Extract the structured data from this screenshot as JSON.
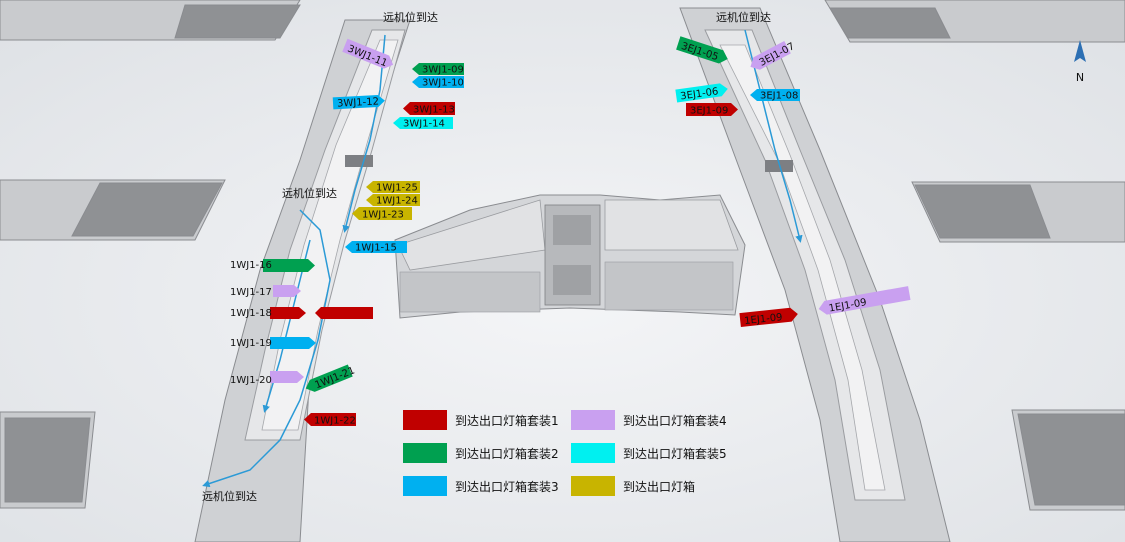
{
  "colors": {
    "set1": "#c00000",
    "set2": "#00a050",
    "set3": "#00b0f0",
    "set4": "#c9a0f0",
    "set5": "#00f0f0",
    "plain": "#c8b400",
    "route": "#2b9ad6"
  },
  "compass": {
    "north_label": "N",
    "icon": "north-arrow-icon"
  },
  "places": [
    {
      "id": "remote-arrival-top-left",
      "text": "远机位到达"
    },
    {
      "id": "remote-arrival-top-right",
      "text": "远机位到达"
    },
    {
      "id": "remote-arrival-mid-left",
      "text": "远机位到达"
    },
    {
      "id": "remote-arrival-bottom-left",
      "text": "远机位到达"
    }
  ],
  "markers": [
    {
      "id": "3WJ1-09",
      "text": "3WJ1-09",
      "set": "set2"
    },
    {
      "id": "3WJ1-10",
      "text": "3WJ1-10",
      "set": "set3"
    },
    {
      "id": "3WJ1-11",
      "text": "3WJ1-11",
      "set": "set4"
    },
    {
      "id": "3WJ1-12",
      "text": "3WJ1-12",
      "set": "set3"
    },
    {
      "id": "3WJ1-13",
      "text": "3WJ1-13",
      "set": "set1"
    },
    {
      "id": "3WJ1-14",
      "text": "3WJ1-14",
      "set": "set5"
    },
    {
      "id": "3EJ1-05",
      "text": "3EJ1-05",
      "set": "set2"
    },
    {
      "id": "3EJ1-07",
      "text": "3EJ1-07",
      "set": "set4"
    },
    {
      "id": "3EJ1-06",
      "text": "3EJ1-06",
      "set": "set5"
    },
    {
      "id": "3EJ1-08",
      "text": "3EJ1-08",
      "set": "set3"
    },
    {
      "id": "3EJ1-09",
      "text": "3EJ1-09",
      "set": "set1"
    },
    {
      "id": "1WJ1-25",
      "text": "1WJ1-25",
      "set": "plain"
    },
    {
      "id": "1WJ1-24",
      "text": "1WJ1-24",
      "set": "plain"
    },
    {
      "id": "1WJ1-23",
      "text": "1WJ1-23",
      "set": "plain"
    },
    {
      "id": "1WJ1-15",
      "text": "1WJ1-15",
      "set": "set3"
    },
    {
      "id": "1WJ1-16",
      "text": "1WJ1-16",
      "set": "set2"
    },
    {
      "id": "1WJ1-17",
      "text": "1WJ1-17",
      "set": "set4"
    },
    {
      "id": "1WJ1-18",
      "text": "1WJ1-18",
      "set": "set1"
    },
    {
      "id": "1WJ1-19",
      "text": "1WJ1-19",
      "set": "set3"
    },
    {
      "id": "1WJ1-20",
      "text": "1WJ1-20",
      "set": "set4"
    },
    {
      "id": "1WJ1-21",
      "text": "1WJ1-21",
      "set": "set2"
    },
    {
      "id": "1WJ1-22",
      "text": "1WJ1-22",
      "set": "set1"
    },
    {
      "id": "1EJ1-09-red",
      "text": "1EJ1-09",
      "set": "set1"
    },
    {
      "id": "1EJ1-09-purple",
      "text": "1EJ1-09",
      "set": "set4"
    }
  ],
  "legend": [
    {
      "label": "到达出口灯箱套装1",
      "color": "#c00000"
    },
    {
      "label": "到达出口灯箱套装2",
      "color": "#00a050"
    },
    {
      "label": "到达出口灯箱套装3",
      "color": "#00b0f0"
    },
    {
      "label": "到达出口灯箱套装4",
      "color": "#c9a0f0"
    },
    {
      "label": "到达出口灯箱套装5",
      "color": "#00f0f0"
    },
    {
      "label": "到达出口灯箱",
      "color": "#c8b400"
    }
  ]
}
